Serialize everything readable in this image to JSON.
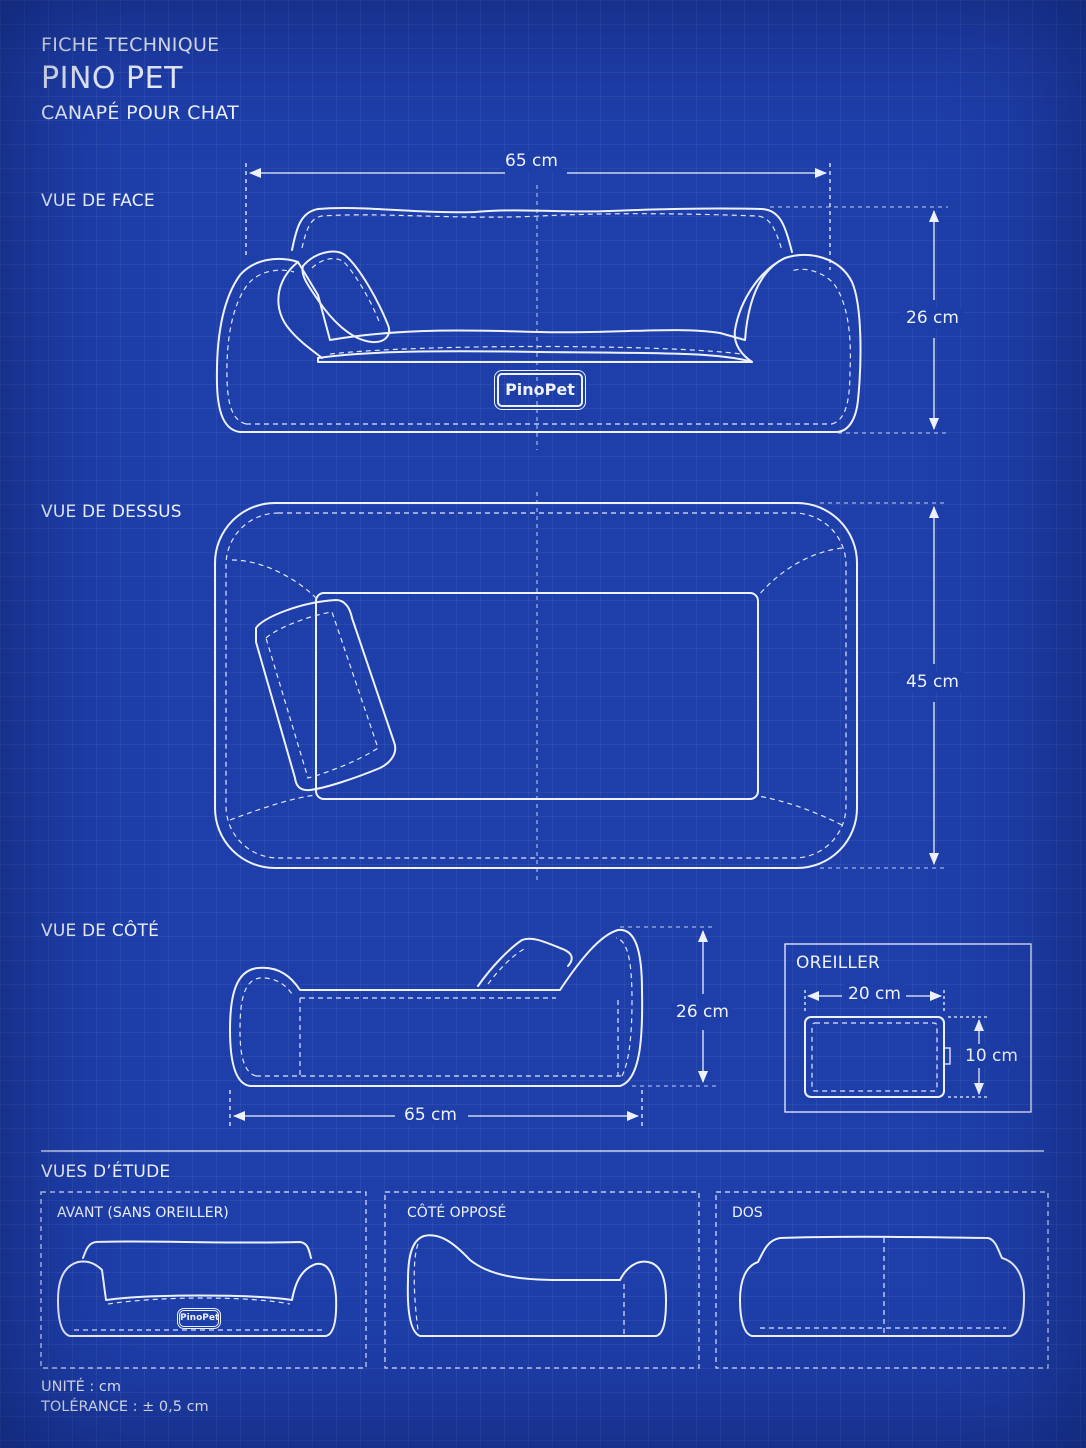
{
  "header": {
    "kicker": "FICHE TECHNIQUE",
    "product_name": "PINO PET",
    "subtitle": "CANAPÉ POUR CHAT"
  },
  "views": {
    "front": {
      "label": "VUE DE FACE",
      "width_dim": "65 cm",
      "height_dim": "26 cm",
      "logo_text": "PinoPet"
    },
    "top": {
      "label": "VUE DE DESSUS",
      "depth_dim": "45 cm"
    },
    "side": {
      "label": "VUE DE CÔTÉ",
      "height_dim": "26 cm",
      "width_dim": "65 cm"
    },
    "pillow": {
      "label": "OREILLER",
      "width_dim": "20 cm",
      "height_dim": "10 cm"
    }
  },
  "study": {
    "title": "VUES D’ÉTUDE",
    "panels": [
      {
        "label": "AVANT (SANS OREILLER)",
        "logo_text": "PinoPet"
      },
      {
        "label": "CÔTÉ OPPOSÉ"
      },
      {
        "label": "DOS"
      }
    ]
  },
  "footer": {
    "unit": "UNITÉ : cm",
    "tolerance": "TOLÉRANCE : ± 0,5 cm"
  },
  "colors": {
    "background": "#1e3ea9",
    "line": "#eef2ff"
  }
}
